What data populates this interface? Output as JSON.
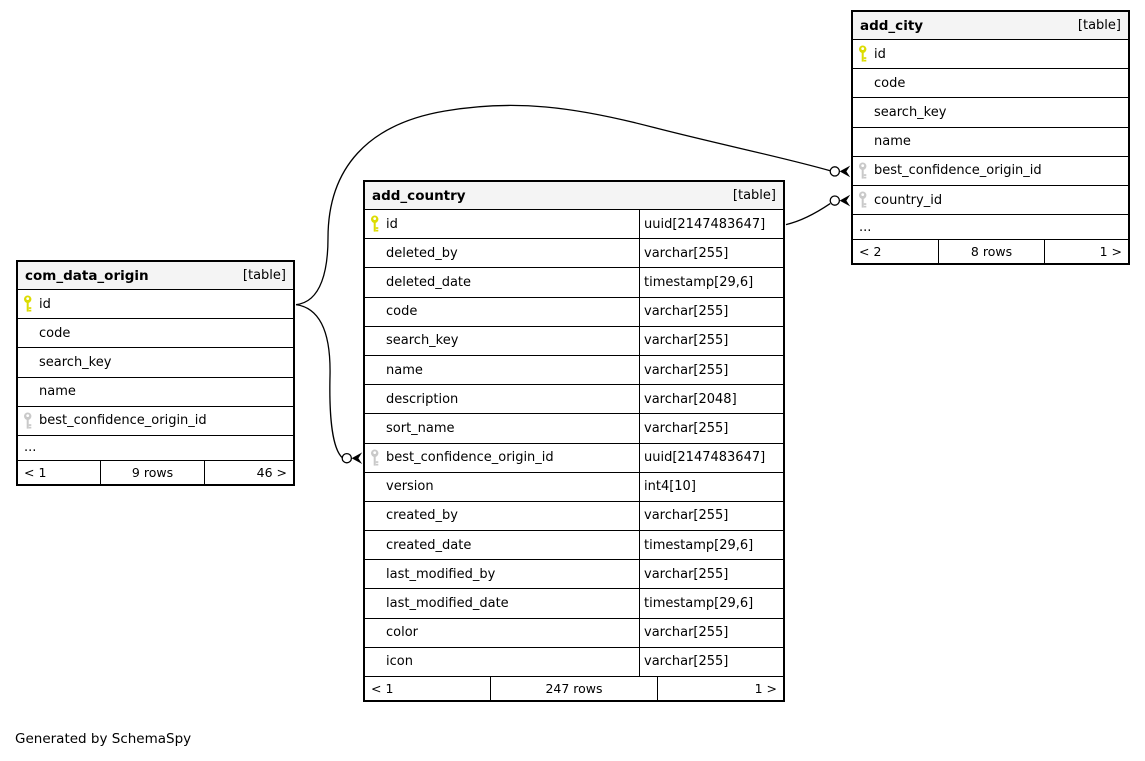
{
  "diagram": {
    "credit": "Generated by SchemaSpy",
    "colors": {
      "primary_key": "#dcdc00",
      "foreign_key": "#c9c9c9",
      "header_bg": "#f4f4f4",
      "edge": "#000000"
    },
    "tables": [
      {
        "name": "com_data_origin",
        "badge": "[table]",
        "columns": [
          {
            "name": "id",
            "key": "primary",
            "type": ""
          },
          {
            "name": "code",
            "key": "",
            "type": ""
          },
          {
            "name": "search_key",
            "key": "",
            "type": ""
          },
          {
            "name": "name",
            "key": "",
            "type": ""
          },
          {
            "name": "best_confidence_origin_id",
            "key": "foreign",
            "type": ""
          }
        ],
        "ellipsis": "...",
        "footer": {
          "children": "< 1",
          "rows": "9 rows",
          "parents": "46 >"
        }
      },
      {
        "name": "add_country",
        "badge": "[table]",
        "columns": [
          {
            "name": "id",
            "key": "primary",
            "type": "uuid[2147483647]"
          },
          {
            "name": "deleted_by",
            "key": "",
            "type": "varchar[255]"
          },
          {
            "name": "deleted_date",
            "key": "",
            "type": "timestamp[29,6]"
          },
          {
            "name": "code",
            "key": "",
            "type": "varchar[255]"
          },
          {
            "name": "search_key",
            "key": "",
            "type": "varchar[255]"
          },
          {
            "name": "name",
            "key": "",
            "type": "varchar[255]"
          },
          {
            "name": "description",
            "key": "",
            "type": "varchar[2048]"
          },
          {
            "name": "sort_name",
            "key": "",
            "type": "varchar[255]"
          },
          {
            "name": "best_confidence_origin_id",
            "key": "foreign",
            "type": "uuid[2147483647]"
          },
          {
            "name": "version",
            "key": "",
            "type": "int4[10]"
          },
          {
            "name": "created_by",
            "key": "",
            "type": "varchar[255]"
          },
          {
            "name": "created_date",
            "key": "",
            "type": "timestamp[29,6]"
          },
          {
            "name": "last_modified_by",
            "key": "",
            "type": "varchar[255]"
          },
          {
            "name": "last_modified_date",
            "key": "",
            "type": "timestamp[29,6]"
          },
          {
            "name": "color",
            "key": "",
            "type": "varchar[255]"
          },
          {
            "name": "icon",
            "key": "",
            "type": "varchar[255]"
          }
        ],
        "footer": {
          "children": "< 1",
          "rows": "247 rows",
          "parents": "1 >"
        }
      },
      {
        "name": "add_city",
        "badge": "[table]",
        "columns": [
          {
            "name": "id",
            "key": "primary",
            "type": ""
          },
          {
            "name": "code",
            "key": "",
            "type": ""
          },
          {
            "name": "search_key",
            "key": "",
            "type": ""
          },
          {
            "name": "name",
            "key": "",
            "type": ""
          },
          {
            "name": "best_confidence_origin_id",
            "key": "foreign",
            "type": ""
          },
          {
            "name": "country_id",
            "key": "foreign",
            "type": ""
          }
        ],
        "ellipsis": "...",
        "footer": {
          "children": "< 2",
          "rows": "8 rows",
          "parents": "1 >"
        }
      }
    ],
    "relationships": [
      {
        "from": "com_data_origin.id",
        "to": "add_country.best_confidence_origin_id"
      },
      {
        "from": "com_data_origin.id",
        "to": "add_city.best_confidence_origin_id"
      },
      {
        "from": "add_country.id",
        "to": "add_city.country_id"
      }
    ]
  }
}
